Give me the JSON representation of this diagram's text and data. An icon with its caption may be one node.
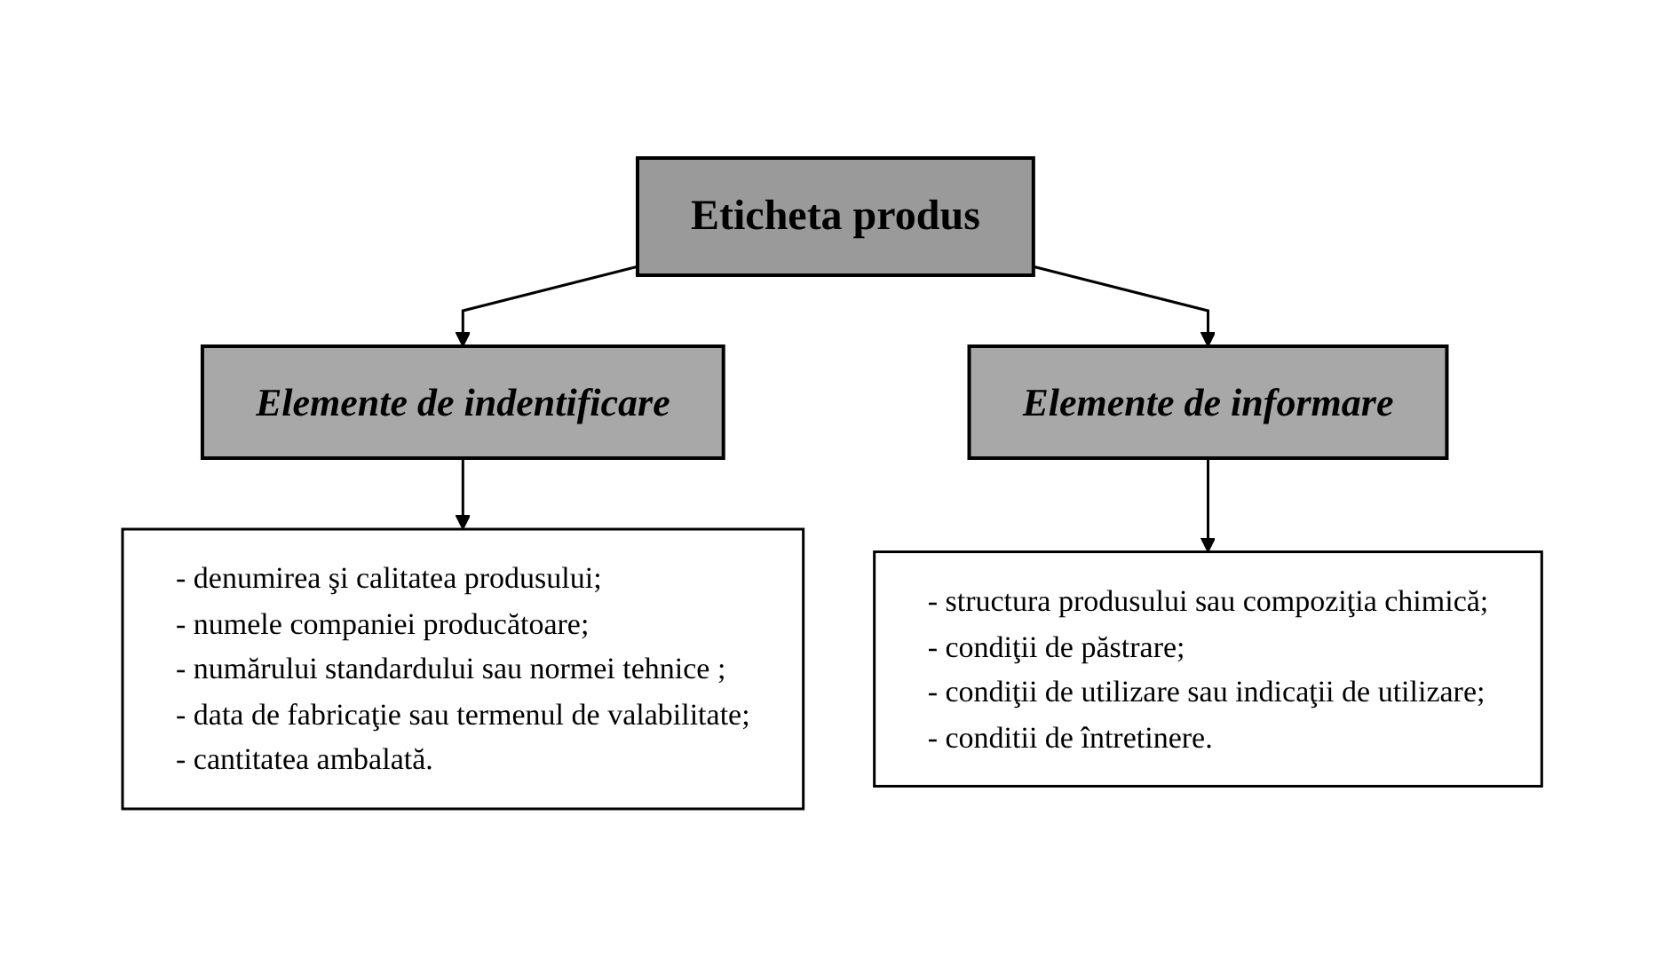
{
  "diagram": {
    "nodes": [
      {
        "text": [
          "Eticheta produs"
        ]
      },
      {
        "text": [
          "Elemente de indentificare"
        ]
      },
      {
        "text": [
          "Elemente de informare"
        ]
      },
      {
        "text": [
          "- denumirea şi calitatea produsului;",
          "- numele companiei producătoare;",
          "- numărului standardului sau normei tehnice ;",
          "- data de fabricaţie sau termenul de valabilitate;",
          "- cantitatea ambalată."
        ]
      },
      {
        "text": [
          "- structura produsului sau compoziţia chimică;",
          "- condiţii de păstrare;",
          "- condiţii de utilizare sau indicaţii de utilizare;",
          "- conditii de întretinere."
        ]
      }
    ],
    "edges": [
      {
        "from": 0,
        "to": 1,
        "arrow": "to"
      },
      {
        "from": 0,
        "to": 2,
        "arrow": "to"
      },
      {
        "from": 1,
        "to": 3,
        "arrow": "to"
      },
      {
        "from": 2,
        "to": 4,
        "arrow": "to"
      }
    ]
  }
}
